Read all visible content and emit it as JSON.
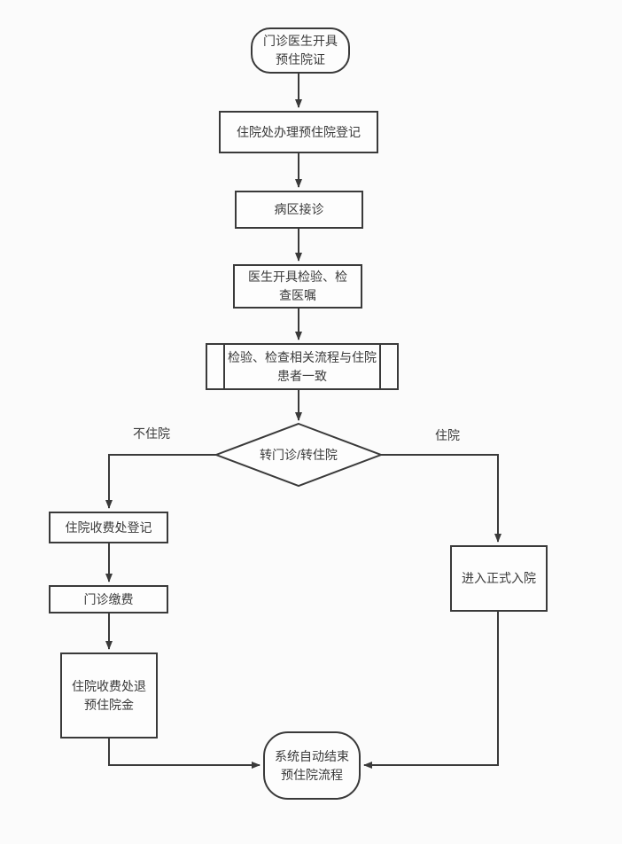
{
  "diagram": {
    "title": "pre-hospitalization-flowchart",
    "background_color": "#fbfbfb",
    "stroke_color": "#3a3a3a",
    "text_color": "#3a3a3a",
    "node_fill_color": "#fdfdfd"
  },
  "nodes": {
    "start": {
      "shape": "terminator",
      "label": "门诊医生开具\n预住院证"
    },
    "preadmit_registration": {
      "shape": "process",
      "label": "住院处办理预住院登记"
    },
    "ward_reception": {
      "shape": "process",
      "label": "病区接诊"
    },
    "doctor_orders": {
      "shape": "process",
      "label": "医生开具检验、检\n查医嘱"
    },
    "exam_same_as_inpatient": {
      "shape": "predefined-process",
      "label": "检验、检查相关流程与住院\n患者一致"
    },
    "decision": {
      "shape": "decision",
      "label": "转门诊/转住院"
    },
    "fee_office_registration": {
      "shape": "process",
      "label": "住院收费处登记"
    },
    "outpatient_payment": {
      "shape": "process",
      "label": "门诊缴费"
    },
    "refund_deposit": {
      "shape": "process",
      "label": "住院收费处退\n预住院金"
    },
    "formal_admission": {
      "shape": "process",
      "label": "进入正式入院"
    },
    "end": {
      "shape": "terminator",
      "label": "系统自动结束\n预住院流程"
    }
  },
  "edge_labels": {
    "no_admission": "不住院",
    "admission": "住院"
  }
}
